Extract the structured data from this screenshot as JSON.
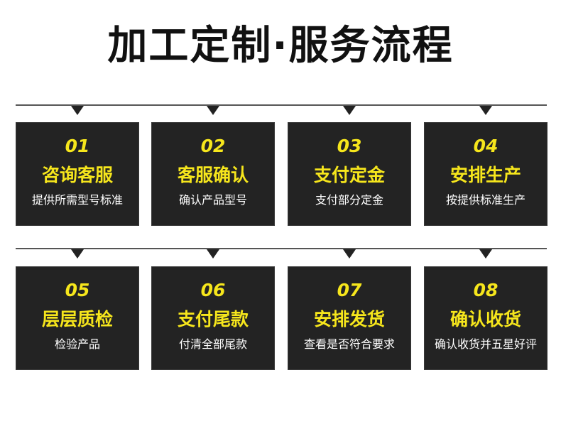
{
  "title": "加工定制·服务流程",
  "steps": [
    {
      "num": "01",
      "name": "咨询客服",
      "desc": "提供所需型号标准"
    },
    {
      "num": "02",
      "name": "客服确认",
      "desc": "确认产品型号"
    },
    {
      "num": "03",
      "name": "支付定金",
      "desc": "支付部分定金"
    },
    {
      "num": "04",
      "name": "安排生产",
      "desc": "按提供标准生产"
    },
    {
      "num": "05",
      "name": "层层质检",
      "desc": "检验产品"
    },
    {
      "num": "06",
      "name": "支付尾款",
      "desc": "付清全部尾款"
    },
    {
      "num": "07",
      "name": "安排发货",
      "desc": "查看是否符合要求"
    },
    {
      "num": "08",
      "name": "确认收货",
      "desc": "确认收货并五星好评"
    }
  ],
  "colors": {
    "card_bg": "#232323",
    "accent": "#f6e61c",
    "text": "#ffffff",
    "title": "#111111"
  }
}
